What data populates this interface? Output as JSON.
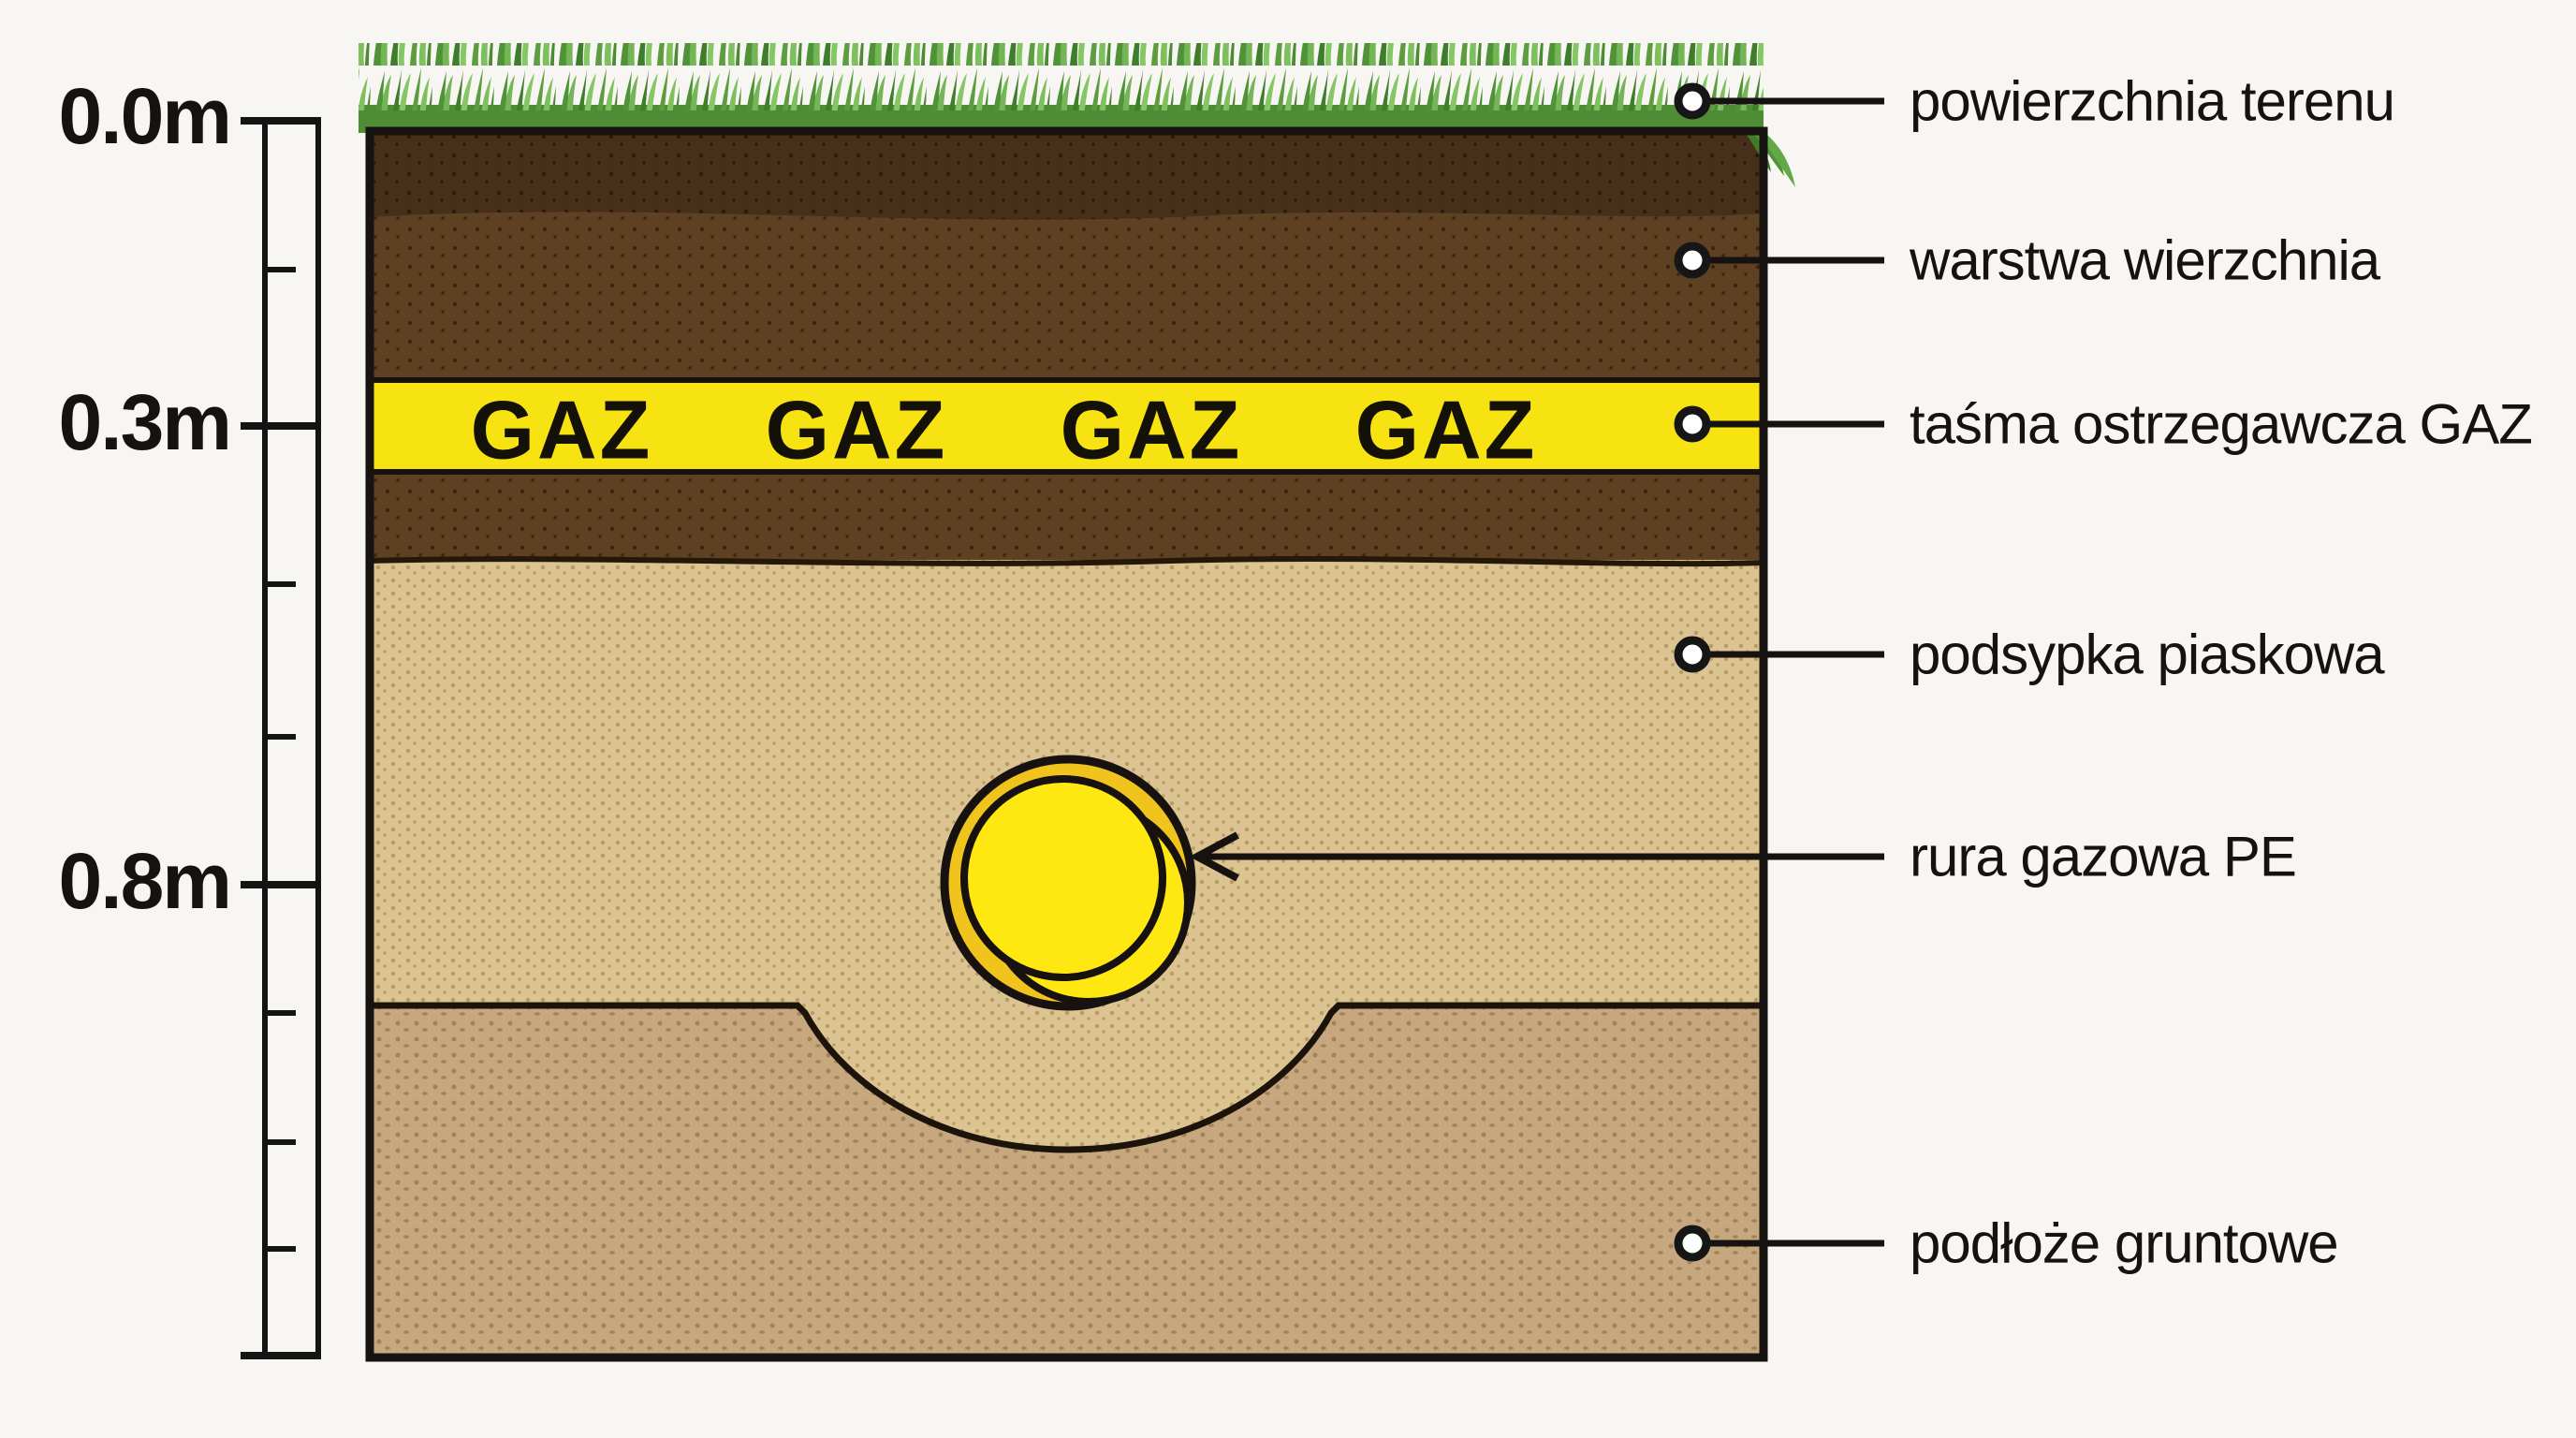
{
  "depth_scale": {
    "marks": [
      {
        "label": "0.0m"
      },
      {
        "label": "0.3m"
      },
      {
        "label": "0.8m"
      }
    ]
  },
  "tape": {
    "label": "GAZ",
    "repetitions": 4
  },
  "annotations": {
    "items": [
      {
        "text": "powierzchnia terenu"
      },
      {
        "text": "warstwa wierzchnia"
      },
      {
        "text": "taśma ostrzegawcza GAZ"
      },
      {
        "text": "podsypka piaskowa"
      },
      {
        "text": "rura gazowa PE"
      },
      {
        "text": "podłoże gruntowe"
      }
    ]
  },
  "colors": {
    "background": "#f7f6f3",
    "line_black": "#171310",
    "tape_yellow": "#f7e312",
    "pipe_ring_gold": "#f1c41d",
    "pipe_inner_yellow": "#ffe712",
    "topsoil_dark": "#46301a",
    "topsoil_light": "#5e4022",
    "sand": "#dcc492",
    "subsoil": "#c7a87e",
    "grass_green": "#4f9238"
  }
}
